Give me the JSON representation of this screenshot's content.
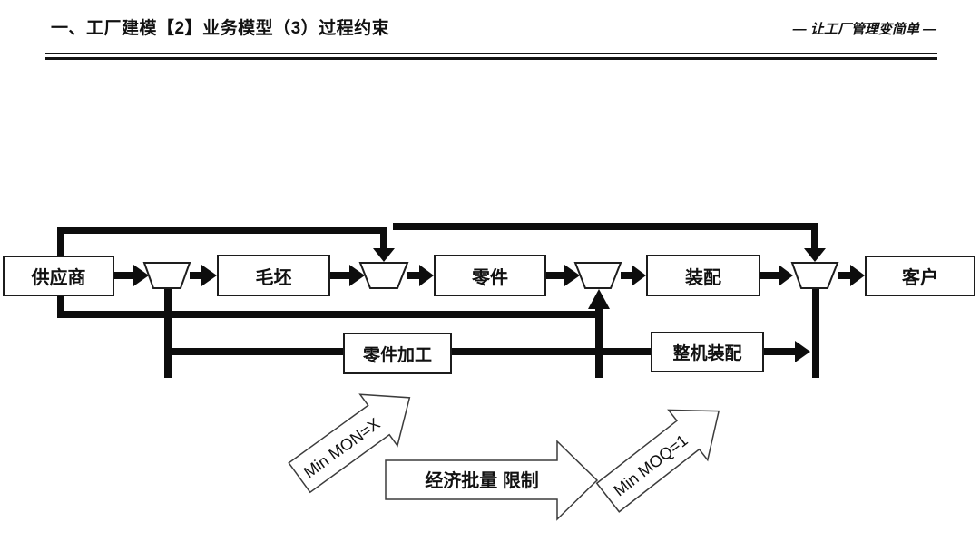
{
  "header": {
    "title": "一、工厂建模【2】业务模型（3）过程约束",
    "motto": "— 让工厂管理变简单 —"
  },
  "diagram": {
    "nodes": {
      "supplier": "供应商",
      "blank": "毛坯",
      "part": "零件",
      "assembly": "装配",
      "customer": "客户",
      "part_machining": "零件加工",
      "final_assembly": "整机装配"
    },
    "buffer_icon_count": 4,
    "labels": {
      "min_mon": "Min MON=X",
      "economic_batch": "经济批量 限制",
      "min_moq": "Min MOQ=1"
    }
  },
  "colors": {
    "ink": "#111111",
    "line": "#0d0d0d",
    "box_border": "#1c1c1c",
    "background": "#ffffff"
  }
}
